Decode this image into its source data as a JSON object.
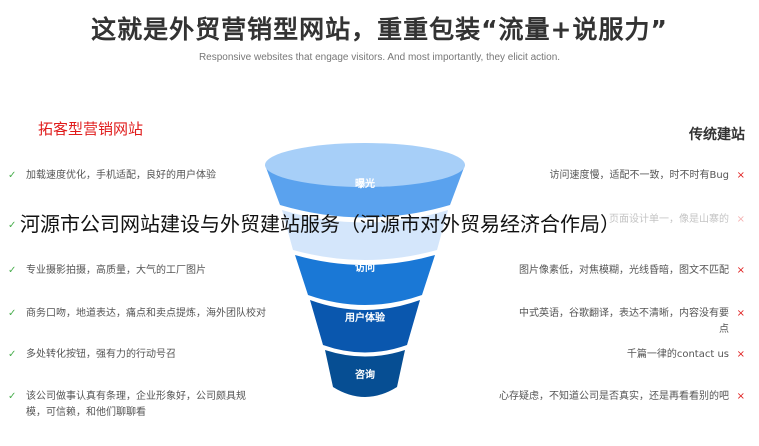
{
  "header": {
    "title": "这就是外贸营销型网站，重重包装“流量+说服力”",
    "subtitle": "Responsive websites that engage visitors. And most importantly, they elicit action."
  },
  "left": {
    "heading": "拓客型营销网站",
    "items": [
      "加载速度优化，手机适配，良好的用户体验",
      "",
      "专业摄影拍摄，高质量，大气的工厂图片",
      "商务口吻，地道表达，痛点和卖点提炼，海外团队校对",
      "多处转化按钮，强有力的行动号召",
      "该公司做事认真有条理，企业形象好，公司颇具规模，可信赖，和他们聊聊看"
    ]
  },
  "right": {
    "heading": "传统建站",
    "items": [
      "访问速度慢，适配不一致，时不时有Bug",
      "页面设计单一，像是山寨的",
      "图片像素低，对焦模糊，光线昏暗，图文不匹配",
      "中式英语，谷歌翻译，表达不清晰，内容没有要点",
      "千篇一律的contact us",
      "心存疑虑，不知道公司是否真实，还是再看看别的吧"
    ]
  },
  "funnel": {
    "labels": [
      "曝光",
      "访问",
      "用户体验",
      "咨询"
    ]
  },
  "overlay_title": "河源市公司网站建设与外贸建站服务（河源市对外贸易经济合作局）",
  "icons": {
    "check": "✓",
    "cross": "×"
  }
}
